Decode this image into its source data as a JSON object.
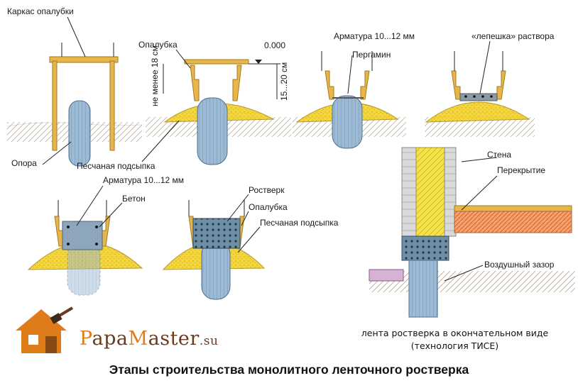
{
  "labels": {
    "frame": "Каркас опалубки",
    "support": "Опора",
    "formwork1": "Опалубка",
    "level": "0.000",
    "min_depth": "не менее 18 см",
    "depth_range": "15...20 см",
    "sand1": "Песчаная подсыпка",
    "rebar_top": "Арматура 10...12 мм",
    "pergamin": "Пергамин",
    "lepeshka": "«лепешка» раствора",
    "rebar_mid": "Арматура 10...12 мм",
    "concrete": "Бетон",
    "grillage": "Ростверк",
    "formwork2": "Опалубка",
    "sand2": "Песчаная подсыпка",
    "wall": "Стена",
    "floor": "Перекрытие",
    "air_gap": "Воздушный зазор"
  },
  "brand": {
    "p": "P",
    "apa": "apa",
    "m": "M",
    "aster": "aster",
    "su": ".su"
  },
  "caption_right": {
    "line1": "лента ростверка в окончательном виде",
    "line2": "(технология ТИСЕ)"
  },
  "title": "Этапы строительства монолитного ленточного ростверка",
  "colors": {
    "pile": "#8fb0cc",
    "sand": "#f2d43a",
    "wood": "#e7b64a",
    "ground": "#a8865c",
    "grillage": "#6f8fa6",
    "brand_orange": "#e07b1a",
    "brand_brown": "#6b3a1e"
  }
}
